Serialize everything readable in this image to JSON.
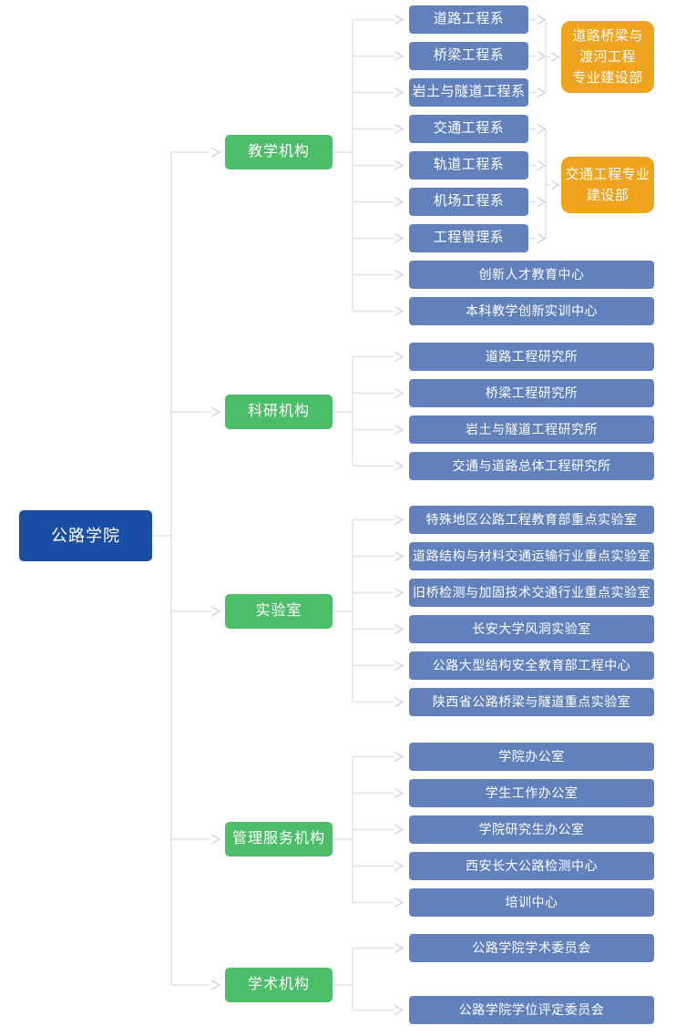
{
  "root": {
    "label": "公路学院"
  },
  "colors": {
    "root_bg": "#1A4EA5",
    "branch_bg": "#4CBD68",
    "leaf_bg": "#6181BC",
    "highlight_bg": "#F0A31C",
    "connector": "#E3E3E3"
  },
  "branches": [
    {
      "label": "教学机构",
      "children": [
        "道路工程系",
        "桥梁工程系",
        "岩土与隧道工程系",
        "交通工程系",
        "轨道工程系",
        "机场工程系",
        "工程管理系",
        "创新人才教育中心",
        "本科教学创新实训中心"
      ]
    },
    {
      "label": "科研机构",
      "children": [
        "道路工程研究所",
        "桥梁工程研究所",
        "岩土与隧道工程研究所",
        "交通与道路总体工程研究所"
      ]
    },
    {
      "label": "实验室",
      "children": [
        "特殊地区公路工程教育部重点实验室",
        "道路结构与材料交通运输行业重点实验室",
        "旧桥检测与加固技术交通行业重点实验室",
        "长安大学风洞实验室",
        "公路大型结构安全教育部工程中心",
        "陕西省公路桥梁与隧道重点实验室"
      ]
    },
    {
      "label": "管理服务机构",
      "children": [
        "学院办公室",
        "学生工作办公室",
        "学院研究生办公室",
        "西安长大公路检测中心",
        "培训中心"
      ]
    },
    {
      "label": "学术机构",
      "children": [
        "公路学院学术委员会",
        "公路学院学位评定委员会"
      ]
    }
  ],
  "program_departments": [
    {
      "label": "道路桥梁与\n渡河工程\n专业建设部",
      "feeds_from": [
        "道路工程系",
        "桥梁工程系",
        "岩土与隧道工程系"
      ]
    },
    {
      "label": "交通工程专业\n建设部",
      "feeds_from": [
        "交通工程系",
        "轨道工程系",
        "机场工程系",
        "工程管理系"
      ]
    }
  ]
}
